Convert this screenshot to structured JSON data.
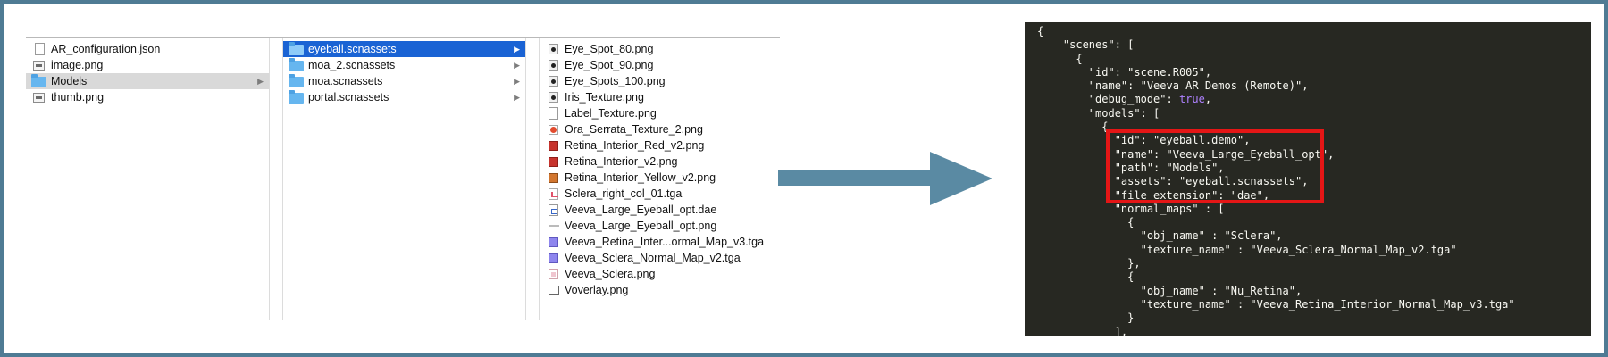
{
  "finder": {
    "column1": [
      {
        "name": "AR_configuration.json",
        "icon": "document-icon"
      },
      {
        "name": "image.png",
        "icon": "image-file-icon"
      },
      {
        "name": "Models",
        "icon": "folder-icon",
        "selected": "gray"
      },
      {
        "name": "thumb.png",
        "icon": "image-file-icon"
      }
    ],
    "column2": [
      {
        "name": "eyeball.scnassets",
        "icon": "folder-icon",
        "selected": "blue"
      },
      {
        "name": "moa_2.scnassets",
        "icon": "folder-icon"
      },
      {
        "name": "moa.scnassets",
        "icon": "folder-icon"
      },
      {
        "name": "portal.scnassets",
        "icon": "folder-icon"
      }
    ],
    "column3": [
      {
        "name": "Eye_Spot_80.png",
        "icon": "dot-image-icon"
      },
      {
        "name": "Eye_Spot_90.png",
        "icon": "dot-image-icon"
      },
      {
        "name": "Eye_Spots_100.png",
        "icon": "dot-image-icon"
      },
      {
        "name": "Iris_Texture.png",
        "icon": "dot-image-icon"
      },
      {
        "name": "Label_Texture.png",
        "icon": "document-icon"
      },
      {
        "name": "Ora_Serrata_Texture_2.png",
        "icon": "red-circle-image-icon"
      },
      {
        "name": "Retina_Interior_Red_v2.png",
        "icon": "red-image-icon"
      },
      {
        "name": "Retina_Interior_v2.png",
        "icon": "red-image-icon"
      },
      {
        "name": "Retina_Interior_Yellow_v2.png",
        "icon": "orange-image-icon"
      },
      {
        "name": "Sclera_right_col_01.tga",
        "icon": "tga-file-icon"
      },
      {
        "name": "Veeva_Large_Eyeball_opt.dae",
        "icon": "dae-file-icon"
      },
      {
        "name": "Veeva_Large_Eyeball_opt.png",
        "icon": "line-image-icon"
      },
      {
        "name": "Veeva_Retina_Inter...ormal_Map_v3.tga",
        "icon": "purple-image-icon"
      },
      {
        "name": "Veeva_Sclera_Normal_Map_v2.tga",
        "icon": "purple-image-icon"
      },
      {
        "name": "Veeva_Sclera.png",
        "icon": "pink-image-icon"
      },
      {
        "name": "Voverlay.png",
        "icon": "box-image-icon"
      }
    ]
  },
  "colors": {
    "frame": "#4f7b94",
    "arrow": "#5a8aa3",
    "selection_blue": "#1a63d4",
    "selection_gray": "#d9d9d9",
    "editor_bg": "#272822",
    "highlight": "#e41616"
  },
  "code": [
    "{",
    "    \"scenes\": [",
    "      {",
    "        \"id\": \"scene.R005\",",
    "        \"name\": \"Veeva AR Demos (Remote)\",",
    "        \"debug_mode\": true,",
    "        \"models\": [",
    "          {",
    "            \"id\": \"eyeball.demo\",",
    "            \"name\": \"Veeva_Large_Eyeball_opt\",",
    "            \"path\": \"Models\",",
    "            \"assets\": \"eyeball.scnassets\",",
    "            \"file_extension\": \"dae\",",
    "            \"normal_maps\" : [",
    "              {",
    "                \"obj_name\" : \"Sclera\",",
    "                \"texture_name\" : \"Veeva_Sclera_Normal_Map_v2.tga\"",
    "              },",
    "              {",
    "                \"obj_name\" : \"Nu_Retina\",",
    "                \"texture_name\" : \"Veeva_Retina_Interior_Normal_Map_v3.tga\"",
    "              }",
    "            ],"
  ]
}
